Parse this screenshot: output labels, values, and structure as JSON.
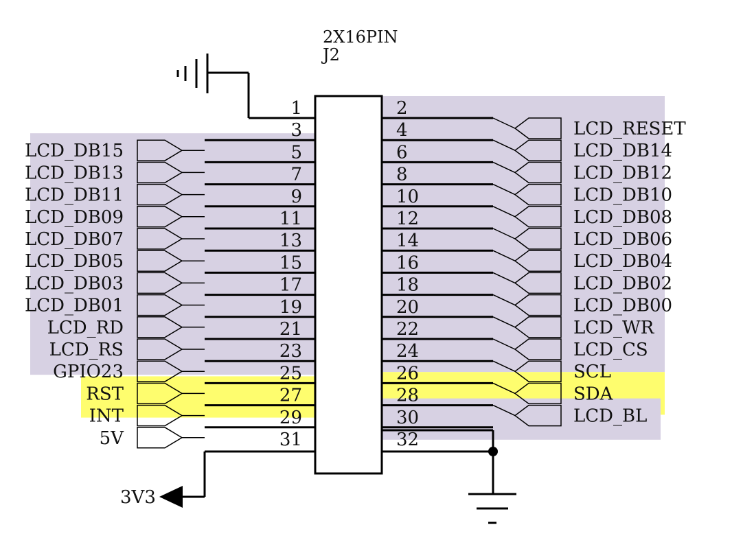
{
  "connector": {
    "part": "2X16PIN",
    "ref": "J2"
  },
  "colors": {
    "lcd_bus": "#d7d1e3",
    "touch_i2c": "#fefd6e",
    "wire": "#000000"
  },
  "left_pins": [
    {
      "pin": "1",
      "net": ""
    },
    {
      "pin": "3",
      "net": "LCD_DB15",
      "hl": "lcd_bus"
    },
    {
      "pin": "5",
      "net": "LCD_DB13",
      "hl": "lcd_bus"
    },
    {
      "pin": "7",
      "net": "LCD_DB11",
      "hl": "lcd_bus"
    },
    {
      "pin": "9",
      "net": "LCD_DB09",
      "hl": "lcd_bus"
    },
    {
      "pin": "11",
      "net": "LCD_DB07",
      "hl": "lcd_bus"
    },
    {
      "pin": "13",
      "net": "LCD_DB05",
      "hl": "lcd_bus"
    },
    {
      "pin": "15",
      "net": "LCD_DB03",
      "hl": "lcd_bus"
    },
    {
      "pin": "17",
      "net": "LCD_DB01",
      "hl": "lcd_bus"
    },
    {
      "pin": "19",
      "net": "LCD_RD",
      "hl": "lcd_bus"
    },
    {
      "pin": "21",
      "net": "LCD_RS",
      "hl": "lcd_bus"
    },
    {
      "pin": "23",
      "net": "GPIO23",
      "hl": "lcd_bus"
    },
    {
      "pin": "25",
      "net": "RST",
      "hl": "touch_i2c"
    },
    {
      "pin": "27",
      "net": "INT",
      "hl": "touch_i2c"
    },
    {
      "pin": "29",
      "net": "5V"
    },
    {
      "pin": "31",
      "net": ""
    }
  ],
  "right_pins": [
    {
      "pin": "2",
      "net": "LCD_RESET",
      "hl": "lcd_bus"
    },
    {
      "pin": "4",
      "net": "LCD_DB14",
      "hl": "lcd_bus"
    },
    {
      "pin": "6",
      "net": "LCD_DB12",
      "hl": "lcd_bus"
    },
    {
      "pin": "8",
      "net": "LCD_DB10",
      "hl": "lcd_bus"
    },
    {
      "pin": "10",
      "net": "LCD_DB08",
      "hl": "lcd_bus"
    },
    {
      "pin": "12",
      "net": "LCD_DB06",
      "hl": "lcd_bus"
    },
    {
      "pin": "14",
      "net": "LCD_DB04",
      "hl": "lcd_bus"
    },
    {
      "pin": "16",
      "net": "LCD_DB02",
      "hl": "lcd_bus"
    },
    {
      "pin": "18",
      "net": "LCD_DB00",
      "hl": "lcd_bus"
    },
    {
      "pin": "20",
      "net": "LCD_WR",
      "hl": "lcd_bus"
    },
    {
      "pin": "22",
      "net": "LCD_CS",
      "hl": "lcd_bus"
    },
    {
      "pin": "24",
      "net": "SCL",
      "hl": "touch_i2c"
    },
    {
      "pin": "26",
      "net": "SDA",
      "hl": "touch_i2c"
    },
    {
      "pin": "28",
      "net": "LCD_BL",
      "hl": "lcd_bus"
    },
    {
      "pin": "30",
      "net": ""
    },
    {
      "pin": "32",
      "net": ""
    }
  ],
  "power": {
    "label_3v3": "3V3"
  },
  "symbols": {
    "top": "power-ground-icon",
    "bottom": "ground-icon",
    "power_arrow": "power-arrow-icon",
    "junction": "junction-dot-icon"
  }
}
